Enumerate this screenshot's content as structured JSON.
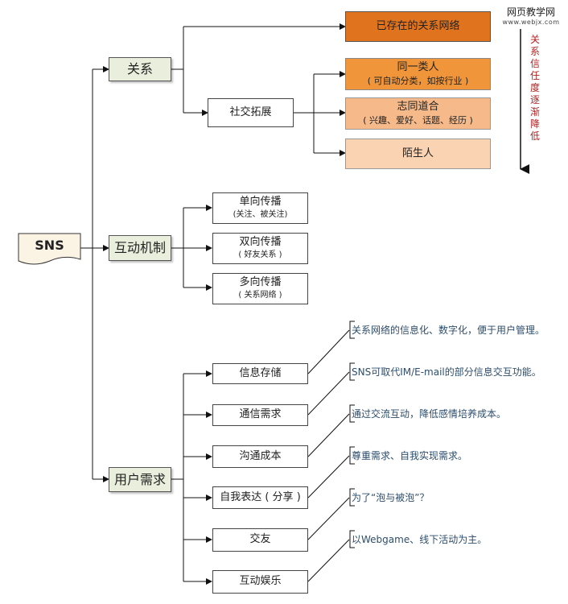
{
  "watermark": {
    "title": "网页教学网",
    "url": "www.webjx.com"
  },
  "root": {
    "label": "SNS"
  },
  "relations": {
    "label": "关系",
    "existing": "已存在的关系网络",
    "expansion": "社交拓展",
    "same_kind": {
      "title": "同一类人",
      "sub": "( 可自动分类，如按行业 )"
    },
    "like_minded": {
      "title": "志同道合",
      "sub": "( 兴趣、爱好、话题、经历 )"
    },
    "stranger": "陌生人",
    "trust_label": "关系信任度逐渐降低"
  },
  "interaction": {
    "label": "互动机制",
    "items": [
      {
        "title": "单向传播",
        "sub": "(关注、被关注)"
      },
      {
        "title": "双向传播",
        "sub": "( 好友关系 )"
      },
      {
        "title": "多向传播",
        "sub": "( 关系网络 )"
      }
    ]
  },
  "needs": {
    "label": "用户需求",
    "items": [
      {
        "title": "信息存储",
        "note": "关系网络的信息化、数字化，便于用户管理。"
      },
      {
        "title": "通信需求",
        "note": "SNS可取代IM/E-mail的部分信息交互功能。"
      },
      {
        "title": "沟通成本",
        "note": "通过交流互动，降低感情培养成本。"
      },
      {
        "title": "自我表达 ( 分享 )",
        "note": "尊重需求、自我实现需求。"
      },
      {
        "title": "交友",
        "note": "为了“泡与被泡”？"
      },
      {
        "title": "互动娱乐",
        "note": "以Webgame、线下活动为主。"
      }
    ]
  },
  "colors": {
    "existing": "#e0731e",
    "same_kind": "#f0953a",
    "like_minded": "#f6b98a",
    "stranger": "#f9d3b2",
    "level1": "#e9efdc",
    "root": "#fbf3e4",
    "trust_text": "#b21f1f",
    "note_text": "#2d4e6c"
  }
}
